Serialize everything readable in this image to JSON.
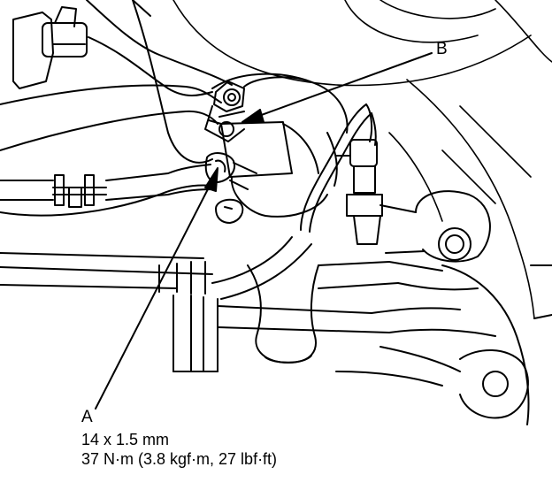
{
  "callouts": {
    "a": {
      "letter": "A"
    },
    "b": {
      "letter": "B"
    }
  },
  "spec": {
    "bolt_size": "14 x 1.5 mm",
    "torque": "37 N·m (3.8 kgf·m, 27 lbf·ft)"
  },
  "colors": {
    "line": "#000000",
    "background": "#ffffff"
  }
}
